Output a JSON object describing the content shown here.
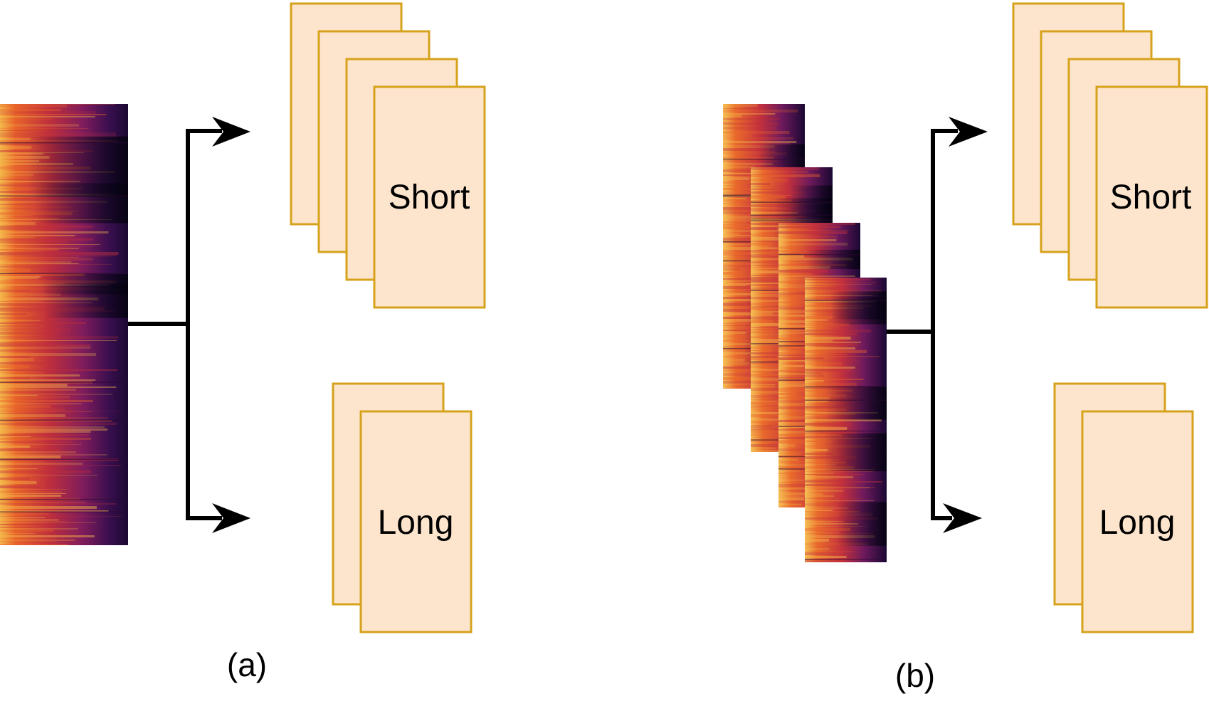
{
  "panels": [
    {
      "id": "a",
      "caption": "(a)",
      "short_label": "Short",
      "long_label": "Long",
      "spectrogram_count": 1,
      "short_card_count": 4,
      "long_card_count": 2
    },
    {
      "id": "b",
      "caption": "(b)",
      "short_label": "Short",
      "long_label": "Long",
      "spectrogram_count": 4,
      "short_card_count": 4,
      "long_card_count": 2
    }
  ],
  "colors": {
    "card_fill": "#fde5cd",
    "card_stroke": "#d6a21c",
    "arrow": "#000000",
    "spectrogram_palette": [
      "#f4b84a",
      "#e8632a",
      "#c02f3c",
      "#7e1c5c",
      "#3a0f4e",
      "#100726"
    ]
  }
}
